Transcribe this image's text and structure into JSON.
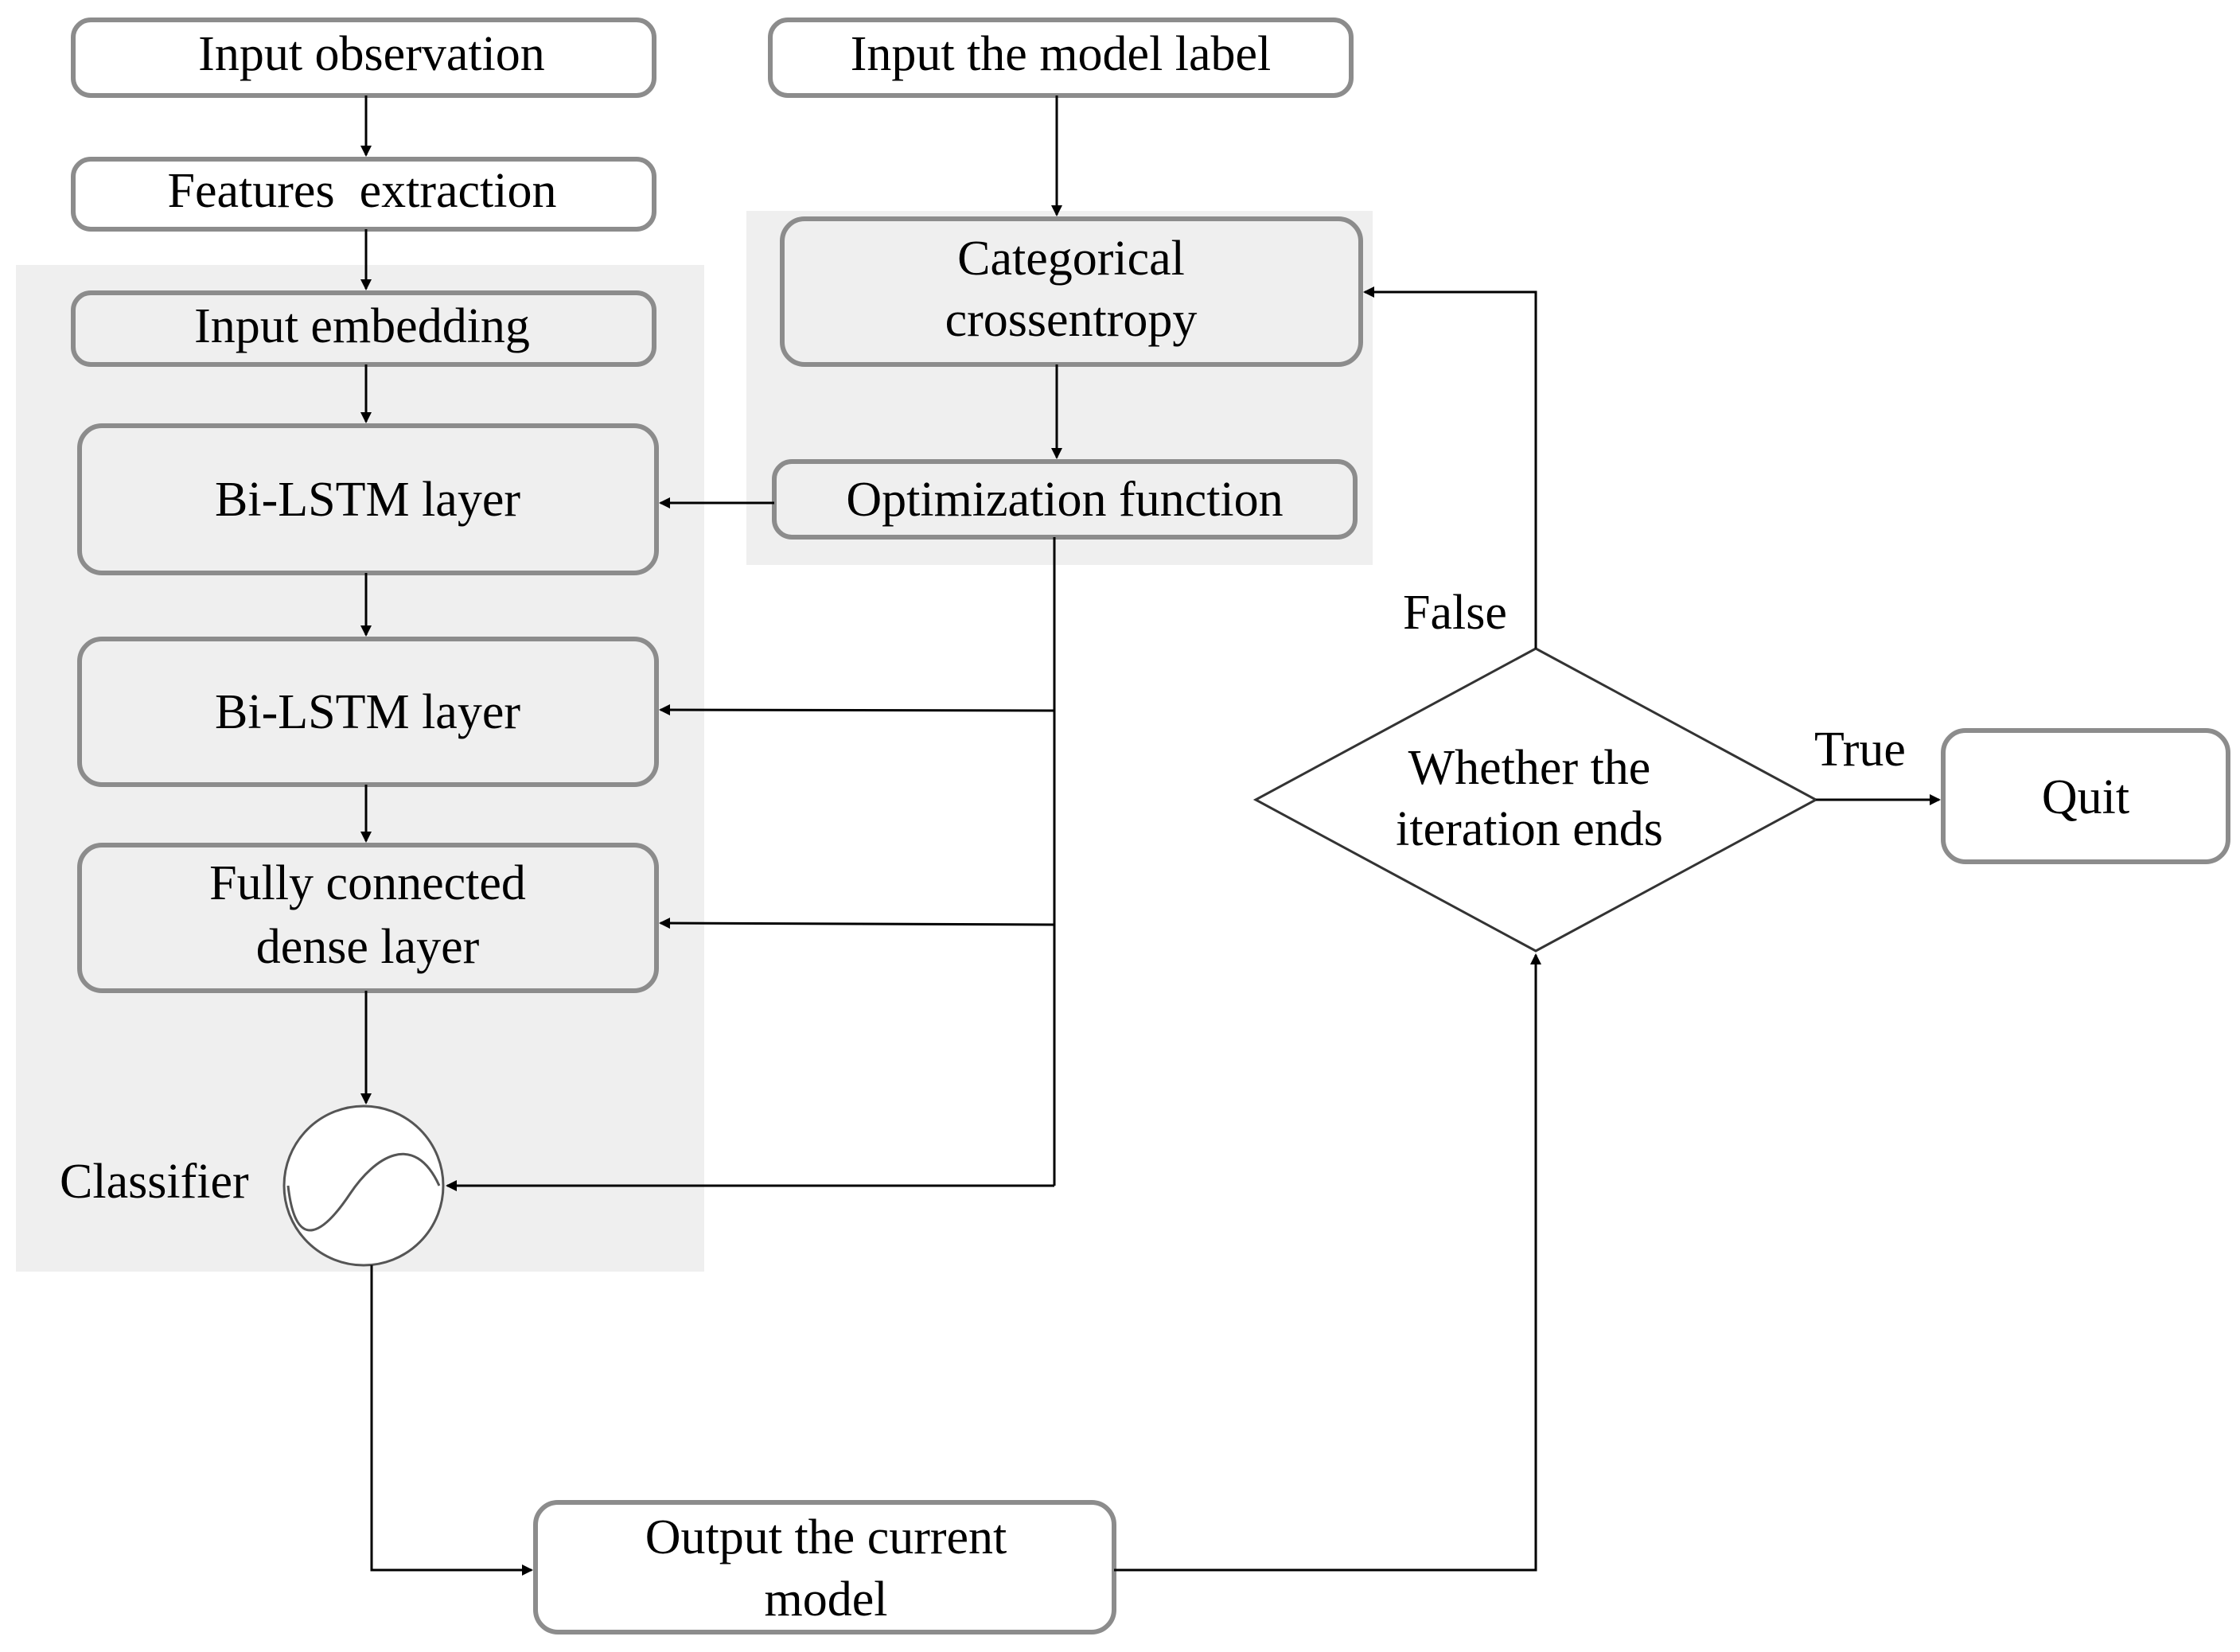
{
  "colors": {
    "background": "#ffffff",
    "panel_fill": "#efefef",
    "box_fill": "#efefef",
    "box_fill_white": "#ffffff",
    "box_stroke": "#8c8c8c",
    "arrow": "#000000",
    "text": "#000000"
  },
  "nodes": {
    "input_observation": "Input observation",
    "features_extraction": "Features  extraction",
    "input_embedding": "Input embedding",
    "bilstm_1": "Bi-LSTM layer",
    "bilstm_2": "Bi-LSTM layer",
    "dense_line1": "Fully connected",
    "dense_line2": "dense layer",
    "classifier_label": "Classifier",
    "input_model_label": "Input the model label",
    "crossentropy_line1": "Categorical",
    "crossentropy_line2": "crossentropy",
    "optimization": "Optimization function",
    "decision_line1": "Whether the",
    "decision_line2": "iteration ends",
    "quit": "Quit",
    "output_line1": "Output the current",
    "output_line2": "model"
  },
  "edge_labels": {
    "false": "False",
    "true": "True"
  }
}
